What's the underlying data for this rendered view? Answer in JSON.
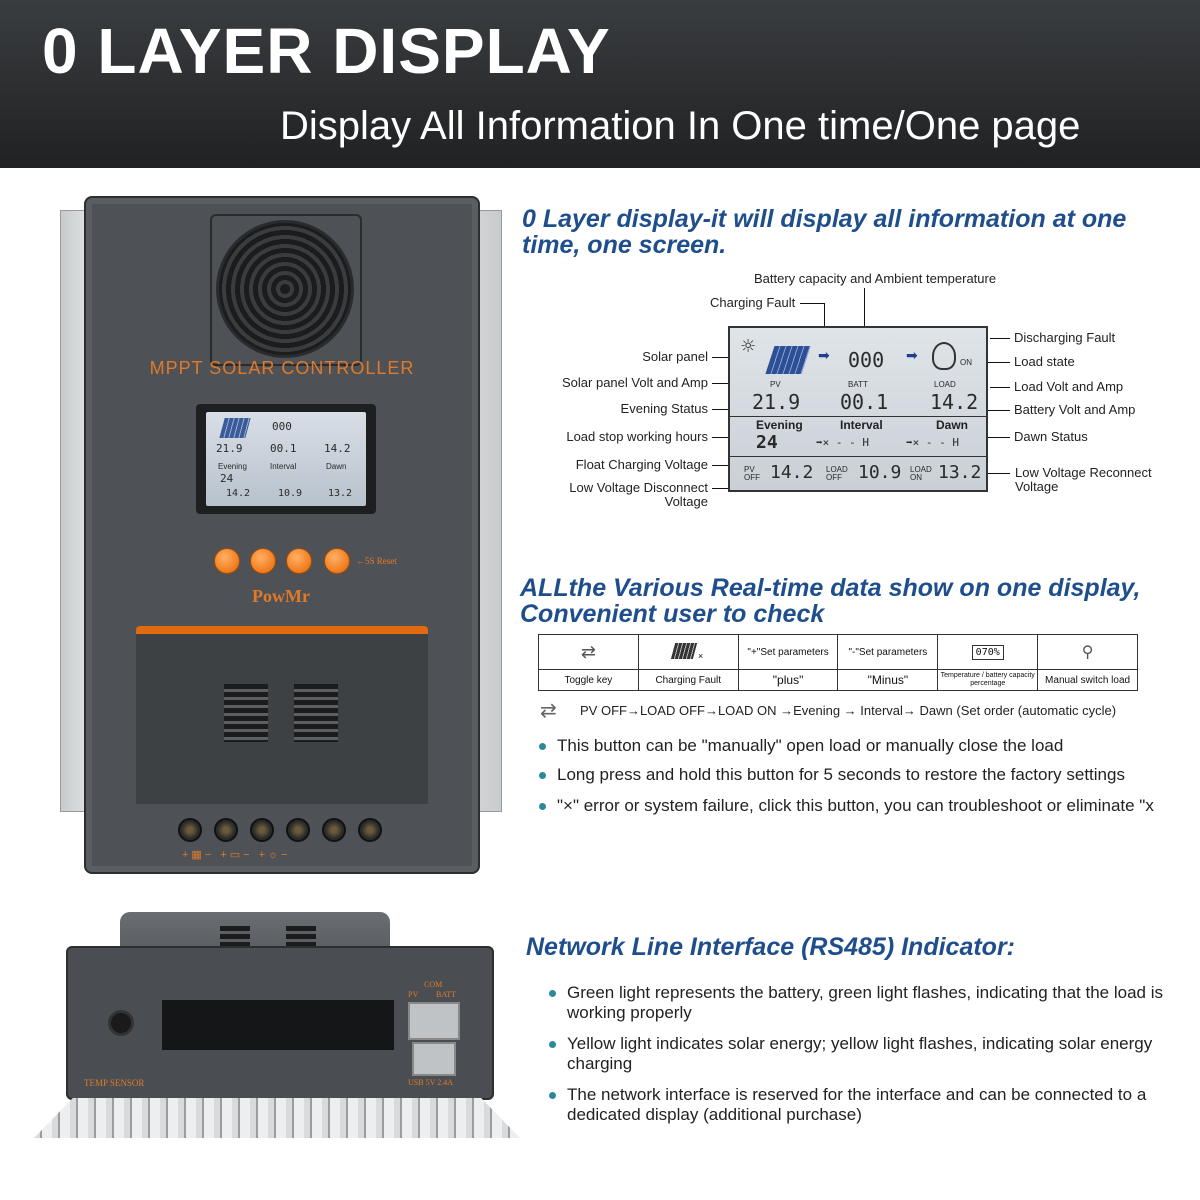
{
  "header": {
    "title": "0 LAYER DISPLAY",
    "subtitle": "Display All Information In One time/One page"
  },
  "device": {
    "model_label": "MPPT SOLAR CONTROLLER",
    "brand": "PowMr",
    "reset_hint": "←5S Reset",
    "temp_sensor_label": "TEMP SENSOR",
    "com_label": "COM",
    "pv_label": "PV",
    "batt_label": "BATT",
    "usb_label": "USB 5V 2.4A",
    "accent_color": "#f07a1a"
  },
  "section1": {
    "heading": "0 Layer display-it will display all information at one time, one screen.",
    "callouts_top": {
      "battery_capacity": "Battery capacity and Ambient temperature",
      "charging_fault": "Charging Fault"
    },
    "callouts_left": [
      "Solar panel",
      "Solar panel Volt and Amp",
      "Evening Status",
      "Load stop working hours",
      "Float Charging Voltage",
      "Low Voltage Disconnect Voltage"
    ],
    "callouts_right": [
      "Discharging Fault",
      "Load state",
      "Load Volt and Amp",
      "Battery Volt and Amp",
      "Dawn Status",
      "Low Voltage Reconnect Voltage"
    ],
    "lcd": {
      "pv": "PV",
      "batt": "BATT",
      "load": "LOAD",
      "on": "ON",
      "capacity": "000",
      "pv_value": "21.9",
      "batt_value": "00.1",
      "load_value": "14.2",
      "evening": "Evening",
      "interval": "Interval",
      "dawn": "Dawn",
      "hours": "24",
      "pv_off": "PV OFF",
      "pv_off_value": "14.2",
      "load_off": "LOAD OFF",
      "load_off_value": "10.9",
      "load_on": "LOAD ON",
      "load_on_value": "13.2"
    }
  },
  "section2": {
    "heading": "ALLthe Various Real-time data show on one display, Convenient user to check",
    "table": {
      "headers": [
        "Toggle key",
        "Charging Fault",
        "\"plus\"",
        "\"Minus\"",
        "Temperature / battery capacity percentage",
        "Manual switch load"
      ],
      "top_labels": [
        "",
        "",
        "\"+\"Set parameters",
        "\"-\"Set parameters",
        "070%",
        ""
      ]
    },
    "cycle_line": "PV OFF→LOAD OFF→LOAD ON →Evening → Interval→ Dawn (Set order (automatic cycle)",
    "bullets": [
      "This button can be \"manually\" open load or manually close the load",
      "Long press and hold this button for 5 seconds to restore the factory settings",
      "\"×\" error or system failure, click this button, you can troubleshoot or eliminate \"x"
    ]
  },
  "section3": {
    "heading": "Network Line Interface (RS485) Indicator:",
    "bullets": [
      "Green light represents the battery, green light flashes, indicating that the load is working properly",
      "Yellow light indicates solar energy; yellow light flashes, indicating solar energy charging",
      "The network interface is reserved for the interface and can be connected to a dedicated display (additional purchase)"
    ]
  }
}
